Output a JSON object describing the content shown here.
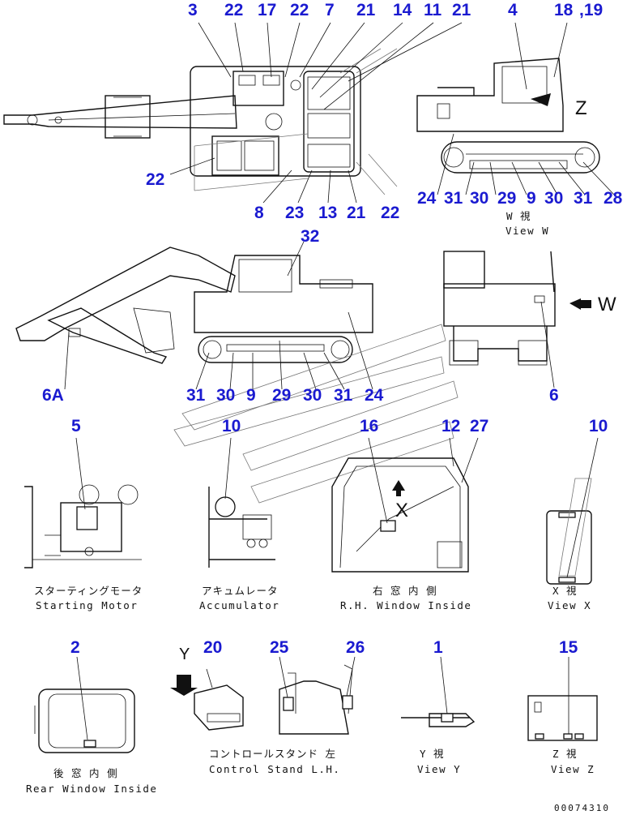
{
  "callouts": {
    "top": [
      "3",
      "22",
      "17",
      "22",
      "7",
      "21",
      "14",
      "11",
      "21",
      "4",
      "18",
      ",19"
    ],
    "top_bottom": [
      "22",
      "8",
      "23",
      "13",
      "21",
      "22"
    ],
    "side_w": [
      "24",
      "31",
      "30",
      "29",
      "9",
      "30",
      "31",
      "28"
    ],
    "mid": [
      "32",
      "6A",
      "31",
      "30",
      "9",
      "29",
      "30",
      "31",
      "24",
      "6"
    ],
    "row3": [
      "5",
      "10",
      "16",
      "12",
      "27",
      "10"
    ],
    "row4": [
      "2",
      "20",
      "25",
      "26",
      "1",
      "15"
    ]
  },
  "letters": {
    "Z": "Z",
    "W": "W",
    "X": "X",
    "Y": "Y"
  },
  "captions": {
    "view_w_jp": "W 視",
    "view_w_en": "View W",
    "starting_jp": "スターティングモータ",
    "starting_en": "Starting Motor",
    "accum_jp": "アキュムレータ",
    "accum_en": "Accumulator",
    "rh_jp": "右 窓 内 側",
    "rh_en": "R.H. Window Inside",
    "viewx_jp": "X 視",
    "viewx_en": "View X",
    "rear_jp": "後 窓 内 側",
    "rear_en": "Rear Window Inside",
    "ctrl_jp": "コントロールスタンド 左",
    "ctrl_en": "Control Stand L.H.",
    "viewy_jp": "Y 視",
    "viewy_en": "View Y",
    "viewz_jp": "Z 視",
    "viewz_en": "View Z"
  },
  "drawing_number": "00074310"
}
